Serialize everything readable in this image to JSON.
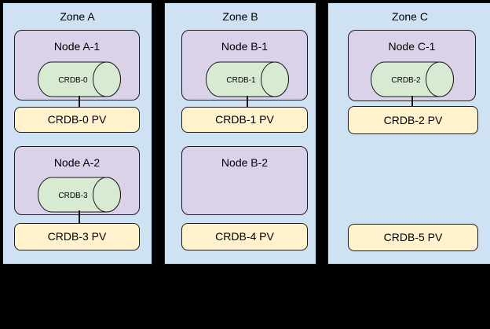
{
  "colors": {
    "zone_fill": "#cfe2f3",
    "node_fill": "#d9d2e9",
    "pod_fill": "#d9ead3",
    "pv_fill": "#fff2cc",
    "stroke": "#1a1a1a",
    "background": "#000000"
  },
  "zones": [
    {
      "label": "Zone A",
      "slots": [
        {
          "node": "Node A-1",
          "pod": "CRDB-0",
          "pv": "CRDB-0 PV"
        },
        {
          "node": "Node A-2",
          "pod": "CRDB-3",
          "pv": "CRDB-3 PV"
        }
      ]
    },
    {
      "label": "Zone B",
      "slots": [
        {
          "node": "Node B-1",
          "pod": "CRDB-1",
          "pv": "CRDB-1 PV"
        },
        {
          "node": "Node B-2",
          "pv": "CRDB-4 PV"
        }
      ]
    },
    {
      "label": "Zone C",
      "slots": [
        {
          "node": "Node C-1",
          "pod": "CRDB-2",
          "pv": "CRDB-2 PV"
        },
        {
          "pv": "CRDB-5 PV"
        }
      ]
    }
  ]
}
